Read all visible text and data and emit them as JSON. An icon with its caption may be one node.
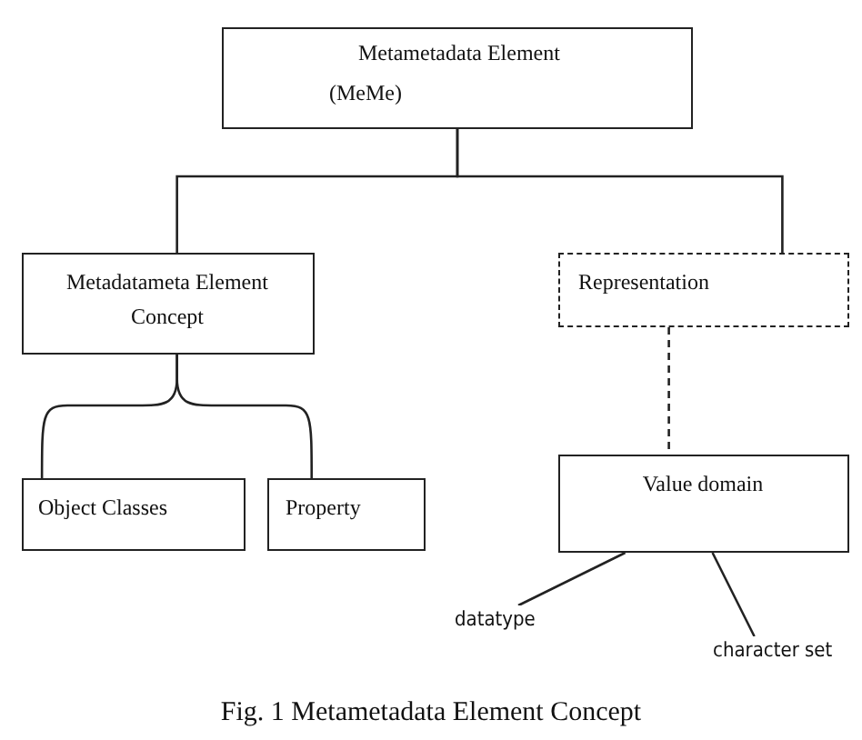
{
  "diagram": {
    "caption": "Fig. 1 Metametadata Element Concept",
    "nodes": [
      {
        "text": [
          "Metametadata Element",
          "(MeMe)"
        ]
      },
      {
        "text": [
          "Metadatameta Element Concept"
        ]
      },
      {
        "text": [
          "Representation"
        ]
      },
      {
        "text": [
          "Object Classes"
        ]
      },
      {
        "text": [
          "Property"
        ]
      },
      {
        "text": [
          "Value domain"
        ]
      },
      {
        "text": [
          "datatype"
        ]
      },
      {
        "text": [
          "character set"
        ]
      }
    ],
    "edges": [
      {
        "from": 0,
        "to": 1,
        "arrow": "none"
      },
      {
        "from": 0,
        "to": 2,
        "arrow": "none"
      },
      {
        "from": 1,
        "to": 3,
        "arrow": "none"
      },
      {
        "from": 1,
        "to": 4,
        "arrow": "none"
      },
      {
        "from": 2,
        "to": 5,
        "arrow": "none",
        "style": "dashed"
      },
      {
        "from": 5,
        "to": 6,
        "arrow": "none"
      },
      {
        "from": 5,
        "to": 7,
        "arrow": "none"
      }
    ]
  }
}
